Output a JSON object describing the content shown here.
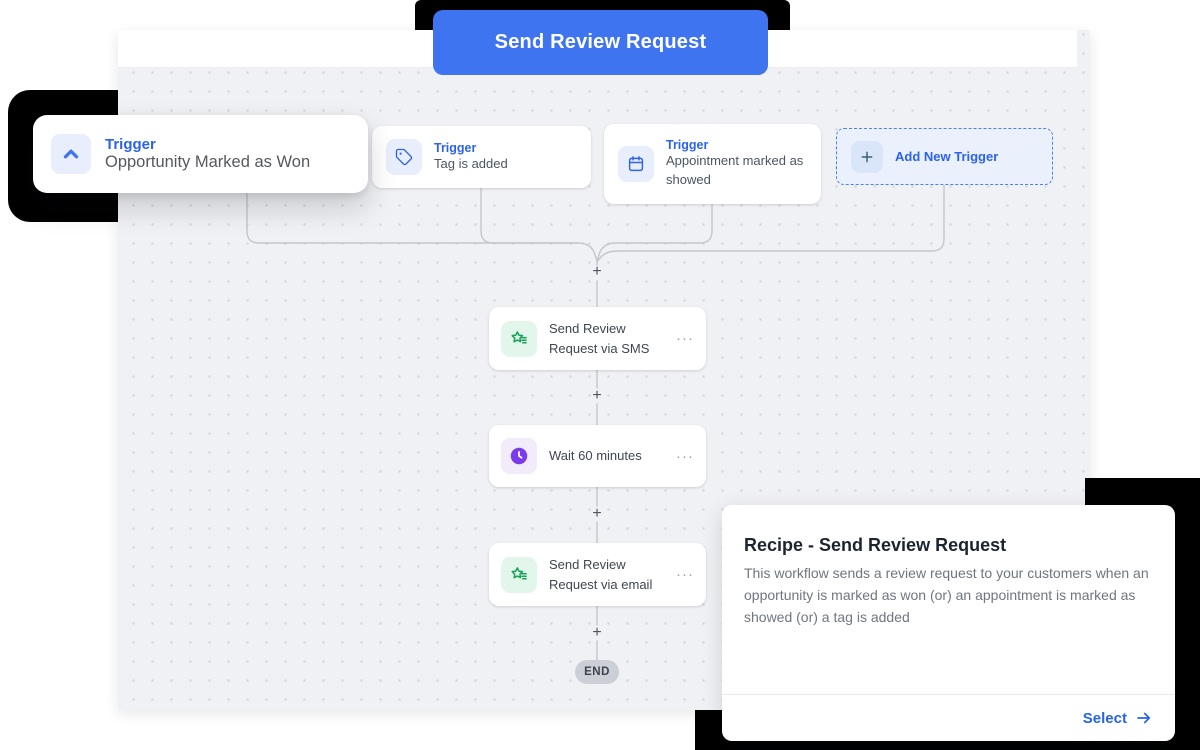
{
  "header": {
    "title_button_label": "Send Review Request"
  },
  "triggers": [
    {
      "label": "Trigger",
      "name": "Opportunity Marked as Won",
      "icon": "chevron-up-icon"
    },
    {
      "label": "Trigger",
      "name": "Tag is added",
      "icon": "tag-icon"
    },
    {
      "label": "Trigger",
      "name": "Appointment marked as showed",
      "icon": "calendar-icon"
    }
  ],
  "add_trigger": {
    "label": "Add New Trigger",
    "icon": "plus-icon"
  },
  "actions": [
    {
      "name": "Send Review Request via SMS",
      "icon": "review-star-icon"
    },
    {
      "name": "Wait 60 minutes",
      "icon": "clock-icon"
    },
    {
      "name": "Send Review Request via email",
      "icon": "review-star-icon"
    }
  ],
  "flow": {
    "end_label": "END"
  },
  "ui": {
    "plus": "+",
    "ellipsis": "···"
  },
  "recipe_card": {
    "title": "Recipe - Send Review Request",
    "description": "This workflow sends a review request to your customers when an opportunity is marked as won (or) an appointment is marked as showed (or) a tag is added",
    "select_label": "Select"
  },
  "colors": {
    "accent_blue": "#3e74f0",
    "trigger_label_blue": "#2c63ee",
    "link_blue": "#2563eb",
    "review_green": "#15a356",
    "wait_purple": "#7c3aed",
    "canvas_bg": "#f0f1f4",
    "connector_gray": "#c3c7cd",
    "decor_black": "#000000"
  }
}
